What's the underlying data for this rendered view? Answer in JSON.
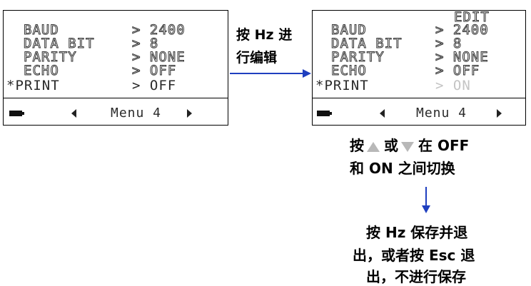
{
  "left_screen": {
    "rows": [
      {
        "label": "BAUD",
        "value": "> 2400"
      },
      {
        "label": "DATA BIT",
        "value": "> 8"
      },
      {
        "label": "PARITY",
        "value": "> NONE"
      },
      {
        "label": "ECHO",
        "value": "> OFF"
      },
      {
        "label": "*PRINT",
        "value": "> OFF"
      }
    ],
    "menu_label": "Menu 4"
  },
  "right_screen": {
    "mode_label": "EDIT",
    "rows": [
      {
        "label": "BAUD",
        "value": "> 2400"
      },
      {
        "label": "DATA BIT",
        "value": "> 8"
      },
      {
        "label": "PARITY",
        "value": "> NONE"
      },
      {
        "label": "ECHO",
        "value": "> OFF"
      },
      {
        "label": "*PRINT",
        "value": "> ON"
      }
    ],
    "menu_label": "Menu 4"
  },
  "arrow_label": {
    "line1": "按 Hz 进",
    "line2": "行编辑"
  },
  "toggle_instruction": {
    "part1": "按",
    "part2": "或",
    "part3": "在 OFF",
    "line2": "和 ON 之间切换"
  },
  "save_instruction": {
    "line1": "按 Hz 保存并退",
    "line2": "出，或者按 Esc 退",
    "line3": "出，不进行保存"
  },
  "colors": {
    "arrow": "#1f3fbf",
    "lcd_text": "#2a2a2a",
    "lcd_dim": "#c4c4c4",
    "key_icon": "#b8b8b8"
  },
  "icons": {
    "up_key": "triangle-up-icon",
    "down_key": "triangle-down-icon",
    "battery": "battery-icon",
    "menu_prev": "triangle-left-icon",
    "menu_next": "triangle-right-icon"
  }
}
